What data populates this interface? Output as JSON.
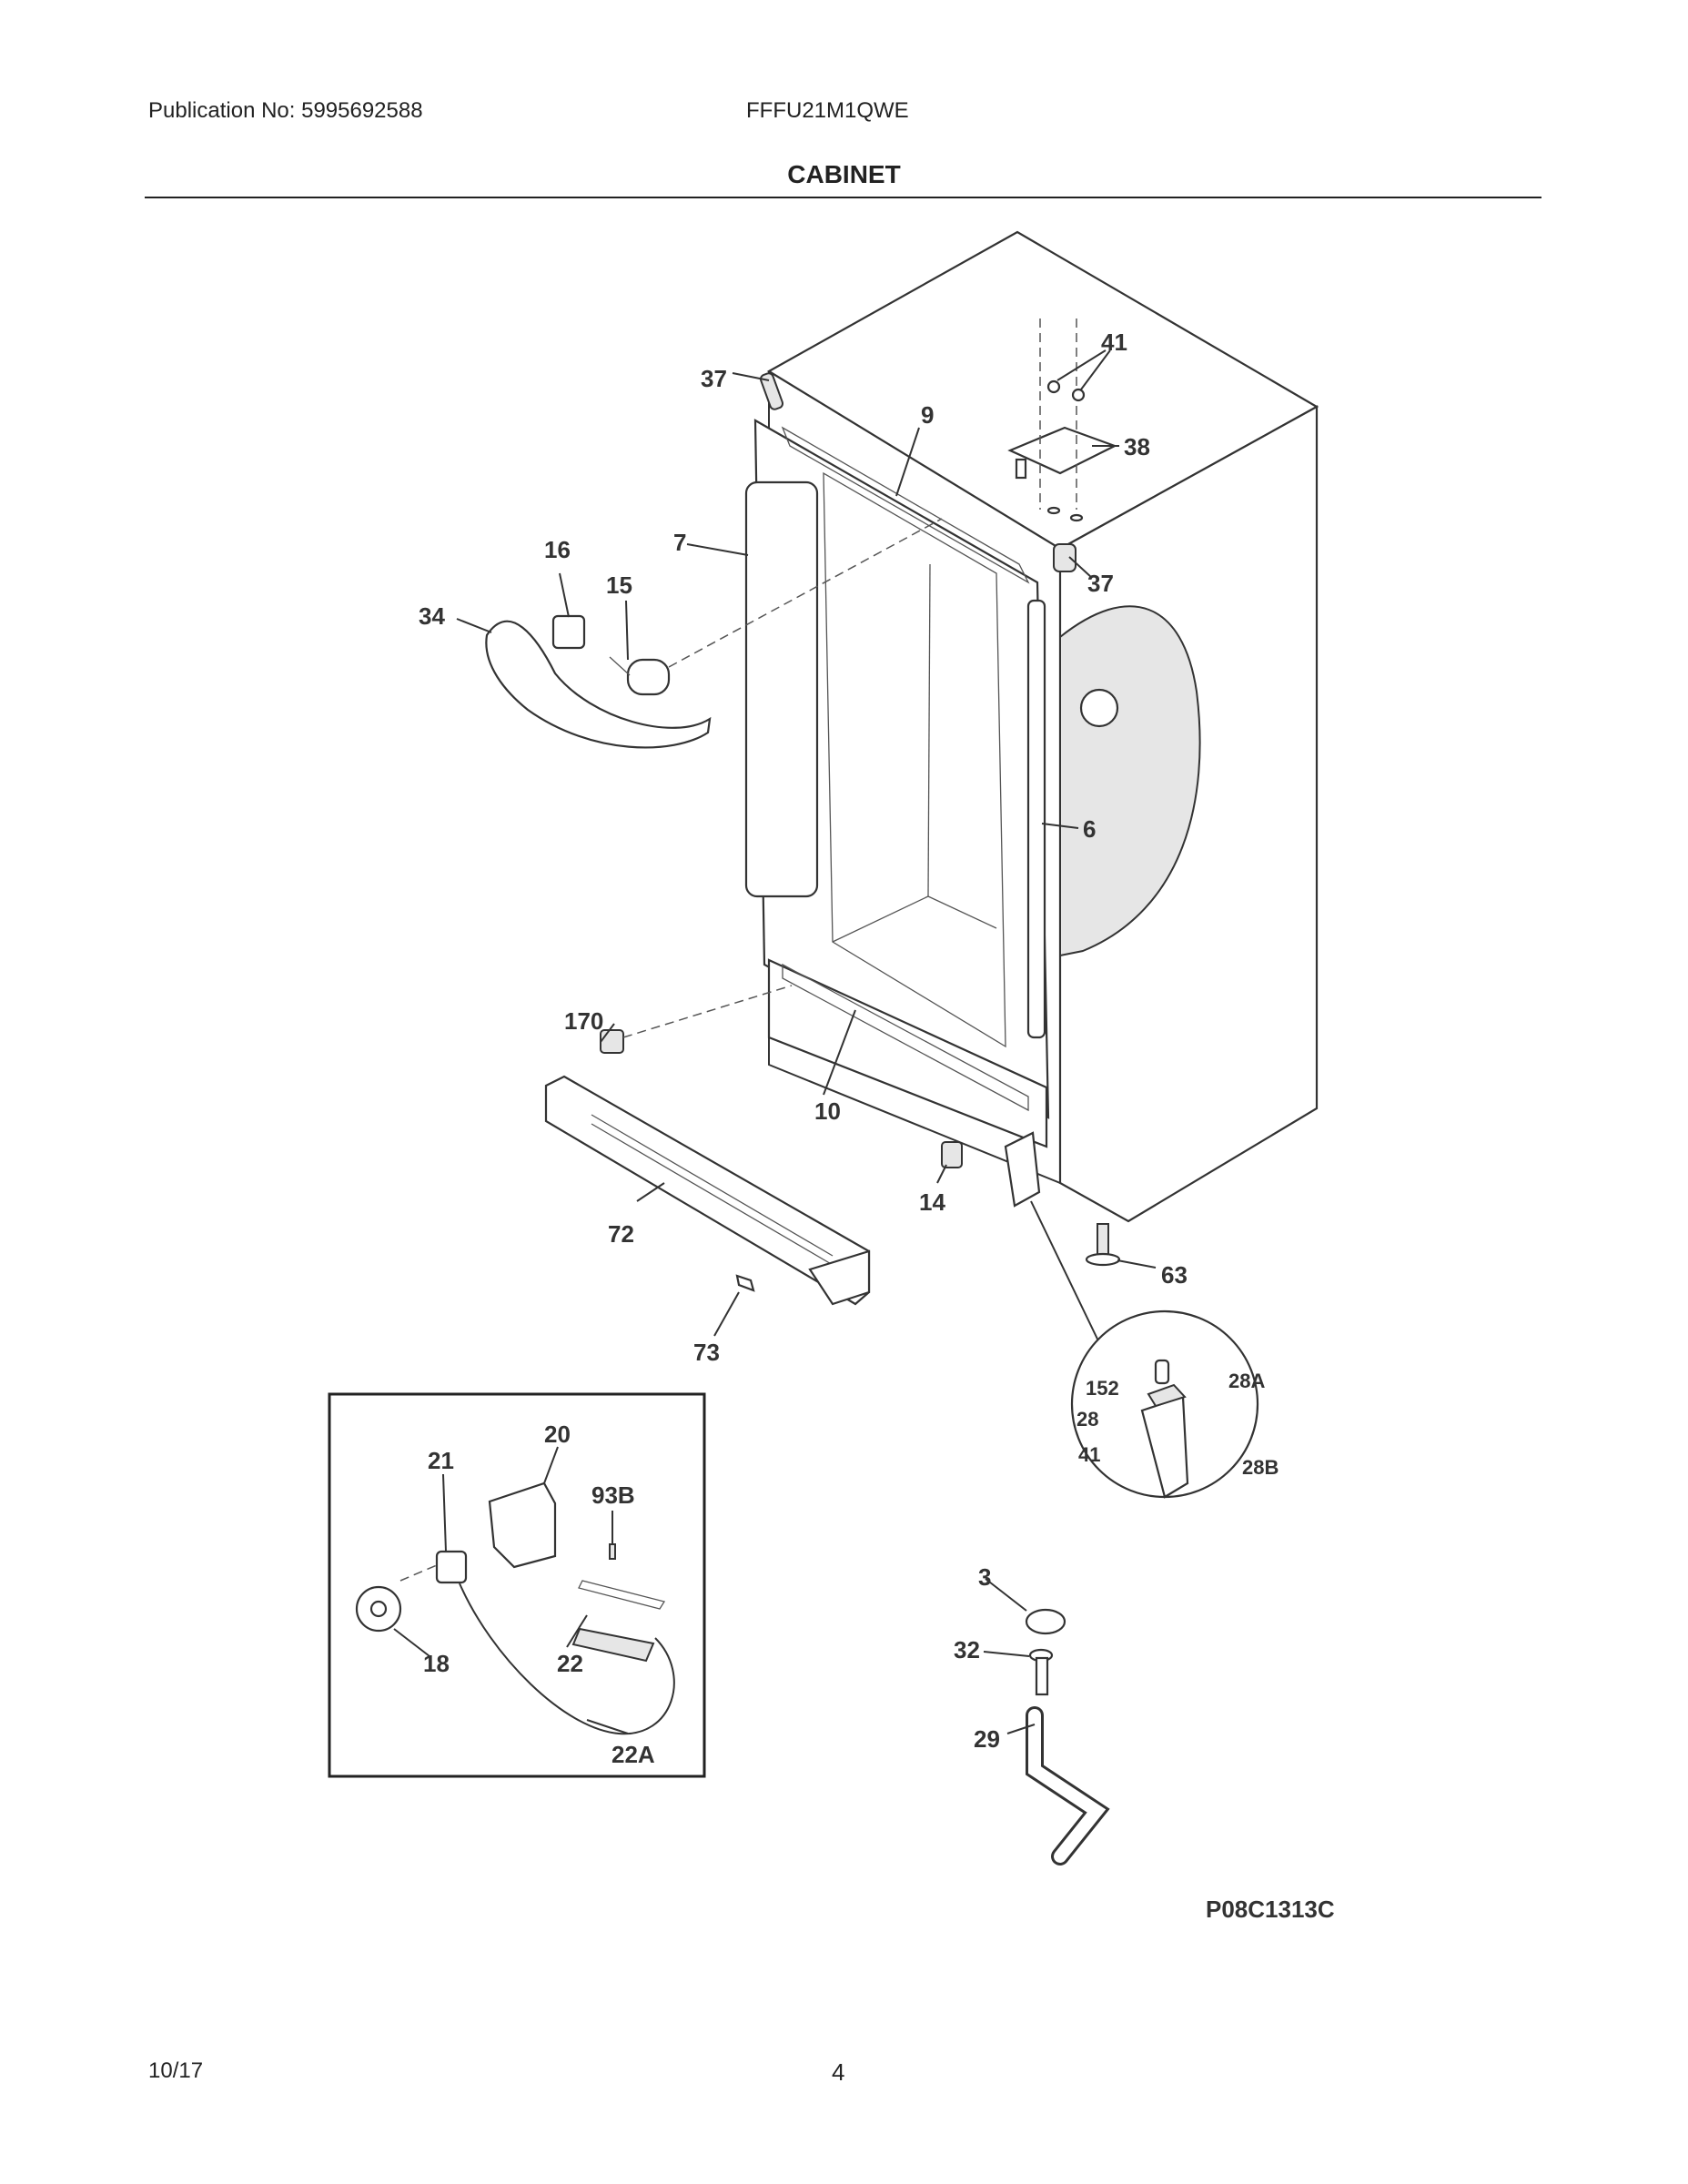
{
  "header": {
    "publication": "Publication No: 5995692588",
    "model": "FFFU21M1QWE",
    "section_title": "CABINET"
  },
  "drawing_code": "P08C1313C",
  "footer": {
    "date": "10/17",
    "page": "4"
  },
  "callouts": {
    "c37a": "37",
    "c9": "9",
    "c41a": "41",
    "c38": "38",
    "c37b": "37",
    "c7": "7",
    "c16": "16",
    "c15": "15",
    "c34": "34",
    "c6": "6",
    "c170": "170",
    "c10": "10",
    "c14": "14",
    "c72": "72",
    "c63": "63",
    "c73": "73",
    "c20": "20",
    "c21": "21",
    "c93b": "93B",
    "c18": "18",
    "c22": "22",
    "c22a": "22A",
    "c152": "152",
    "c28a": "28A",
    "c28": "28",
    "c41b": "41",
    "c28b": "28B",
    "c3": "3",
    "c32": "32",
    "c29": "29"
  }
}
